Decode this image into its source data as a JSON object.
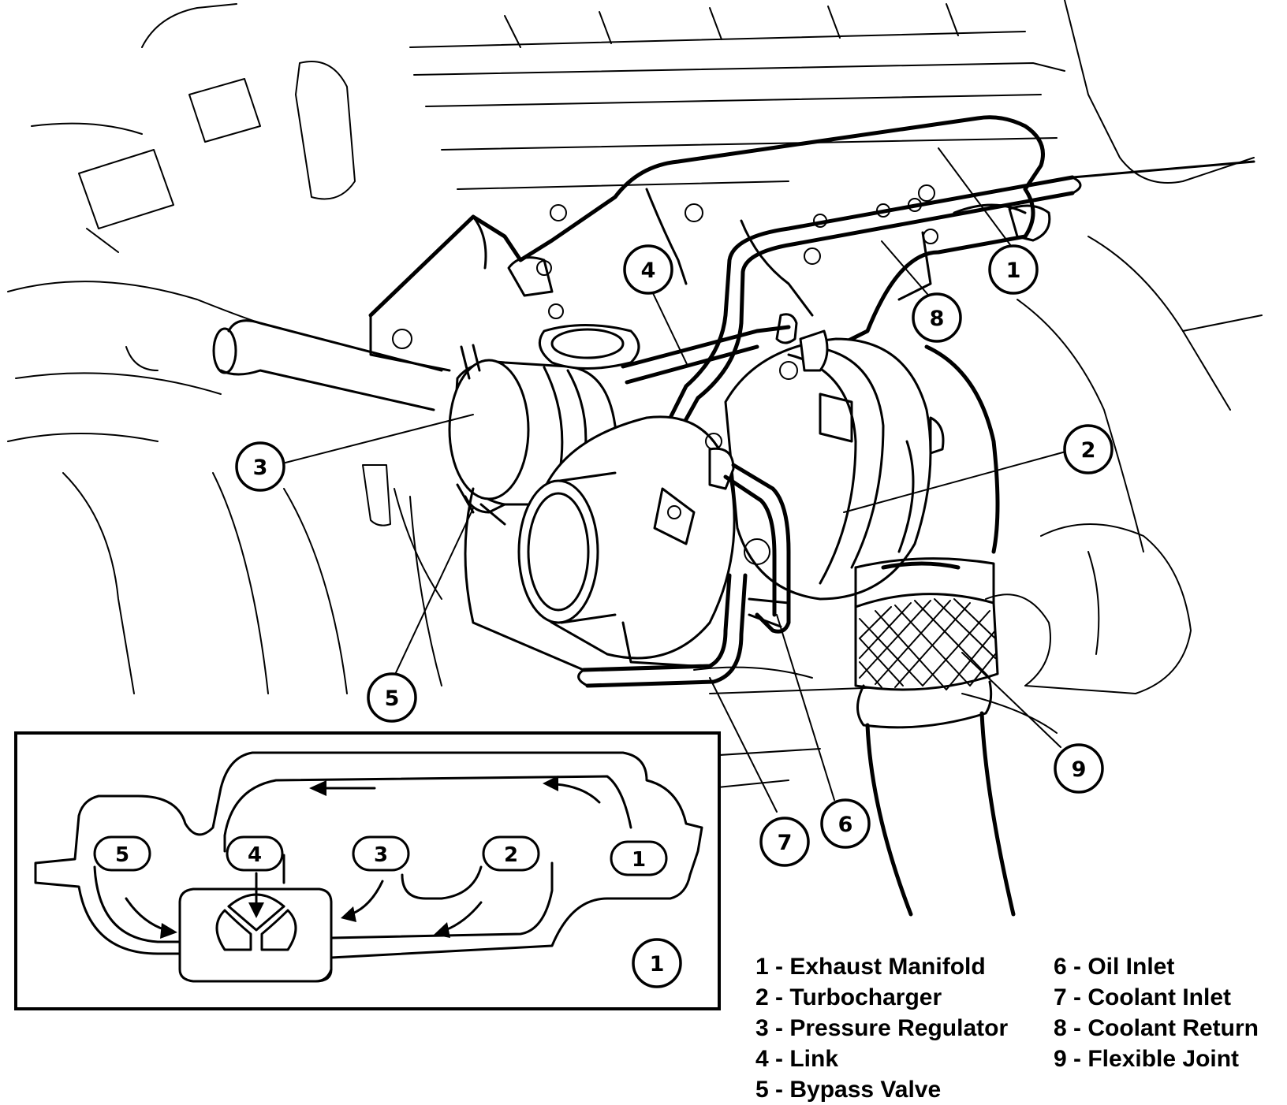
{
  "callouts": {
    "c1": "1",
    "c2": "2",
    "c3": "3",
    "c4": "4",
    "c5": "5",
    "c6": "6",
    "c7": "7",
    "c8": "8",
    "c9": "9"
  },
  "inset": {
    "label": "1",
    "ports": [
      "5",
      "4",
      "3",
      "2",
      "1"
    ]
  },
  "legend": {
    "left": [
      "1 - Exhaust Manifold",
      "2 - Turbocharger",
      "3 - Pressure Regulator",
      "4 - Link",
      "5 - Bypass Valve"
    ],
    "right": [
      "6 - Oil Inlet",
      "7 - Coolant Inlet",
      "8 - Coolant Return",
      "9 - Flexible Joint"
    ]
  }
}
